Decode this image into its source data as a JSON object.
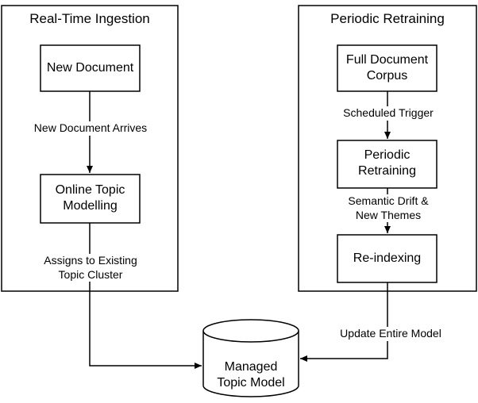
{
  "panels": {
    "realtime": {
      "title": "Real-Time Ingestion"
    },
    "periodic": {
      "title": "Periodic Retraining"
    }
  },
  "nodes": {
    "new_document": "New Document",
    "online_topic_modelling": [
      "Online Topic",
      "Modelling"
    ],
    "full_corpus": [
      "Full Document",
      "Corpus"
    ],
    "periodic_retraining": [
      "Periodic",
      "Retraining"
    ],
    "reindexing": "Re-indexing",
    "managed_model": [
      "Managed",
      "Topic Model"
    ]
  },
  "edges": {
    "new_doc_arrives": "New Document Arrives",
    "assigns_existing": [
      "Assigns to Existing",
      "Topic Cluster"
    ],
    "scheduled_trigger": "Scheduled Trigger",
    "semantic_drift": [
      "Semantic Drift &",
      "New Themes"
    ],
    "update_model": "Update Entire Model"
  },
  "colors": {
    "stroke": "#000000",
    "fill": "#ffffff"
  }
}
